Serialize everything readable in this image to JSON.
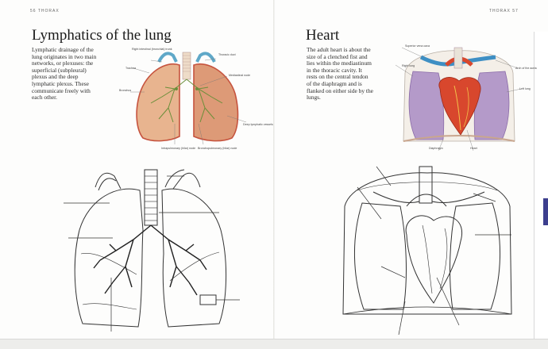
{
  "left_page": {
    "running_head": "56 THORAX",
    "title": "Lymphatics of the lung",
    "body": "Lymphatic drainage of the lung originates in two main networks, or plexuses: the superficial (subpleural) plexus and the deep lymphatic plexus. These communicate freely with each other.",
    "figure_labels": [
      "Right intestinal (bronchial) trunk",
      "Thoracic duct",
      "Trachea",
      "Bronchus",
      "Mediastinal node",
      "Deep lymphatic vessels",
      "Intrapulmonary (hilar) node",
      "Bronchopulmonary (hilar) node"
    ]
  },
  "right_page": {
    "running_head": "THORAX 57",
    "title": "Heart",
    "body": "The adult heart is about the size of a clenched fist and lies within the mediastinum in the thoracic cavity. It rests on the central tendon of the diaphragm and is flanked on either side by the lungs.",
    "figure_labels": [
      "Superior vena cava",
      "Right lung",
      "Arch of the aorta",
      "Left lung",
      "Diaphragm",
      "Heart"
    ]
  },
  "colors": {
    "lung_fill": "#e8b48f",
    "lung_edge": "#c6533e",
    "lymph_green": "#6b8f3a",
    "airway_blue": "#5fa8c8",
    "heart_red": "#d8472d",
    "heart_lung_purple": "#b49ac9",
    "edge_tab": "#3d3f8e"
  }
}
